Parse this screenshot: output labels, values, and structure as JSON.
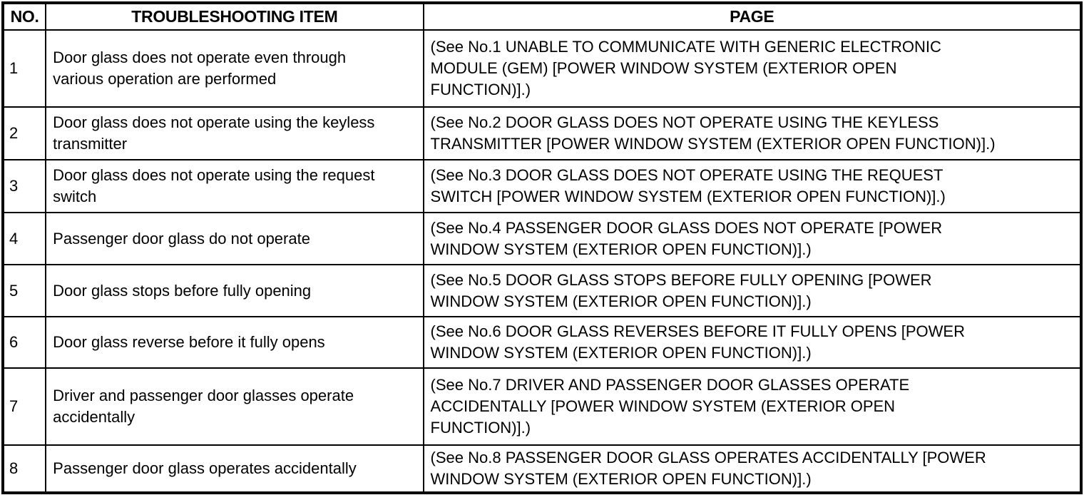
{
  "table": {
    "header": {
      "no": "NO.",
      "item": "TROUBLESHOOTING ITEM",
      "page": "PAGE"
    },
    "rows": [
      {
        "no": "1",
        "item": "Door glass does not operate even through\nvarious operation are performed",
        "page": "(See No.1 UNABLE TO COMMUNICATE WITH GENERIC ELECTRONIC\nMODULE (GEM) [POWER WINDOW SYSTEM (EXTERIOR OPEN\nFUNCTION)].)"
      },
      {
        "no": "2",
        "item": "Door glass does not operate using the keyless\ntransmitter",
        "page": "(See No.2 DOOR GLASS DOES NOT OPERATE USING THE KEYLESS\nTRANSMITTER [POWER WINDOW SYSTEM (EXTERIOR OPEN FUNCTION)].)"
      },
      {
        "no": "3",
        "item": "Door glass does not operate using the request\nswitch",
        "page": "(See No.3 DOOR GLASS DOES NOT OPERATE USING THE REQUEST\nSWITCH [POWER WINDOW SYSTEM (EXTERIOR OPEN FUNCTION)].)"
      },
      {
        "no": "4",
        "item": "Passenger door glass do not operate",
        "page": "(See No.4 PASSENGER DOOR GLASS DOES NOT OPERATE [POWER\nWINDOW SYSTEM (EXTERIOR OPEN FUNCTION)].)"
      },
      {
        "no": "5",
        "item": "Door glass stops before fully opening",
        "page": "(See No.5 DOOR GLASS STOPS BEFORE FULLY OPENING [POWER\nWINDOW SYSTEM (EXTERIOR OPEN FUNCTION)].)"
      },
      {
        "no": "6",
        "item": "Door glass reverse before it fully opens",
        "page": "(See No.6 DOOR GLASS REVERSES BEFORE IT FULLY OPENS [POWER\nWINDOW SYSTEM (EXTERIOR OPEN FUNCTION)].)"
      },
      {
        "no": "7",
        "item": "Driver and passenger door glasses operate\naccidentally",
        "page": "(See No.7 DRIVER AND PASSENGER DOOR GLASSES OPERATE\nACCIDENTALLY [POWER WINDOW SYSTEM (EXTERIOR OPEN\nFUNCTION)].)"
      },
      {
        "no": "8",
        "item": "Passenger door glass operates accidentally",
        "page": "(See No.8 PASSENGER DOOR GLASS OPERATES ACCIDENTALLY [POWER\nWINDOW SYSTEM (EXTERIOR OPEN FUNCTION)].)"
      }
    ]
  }
}
